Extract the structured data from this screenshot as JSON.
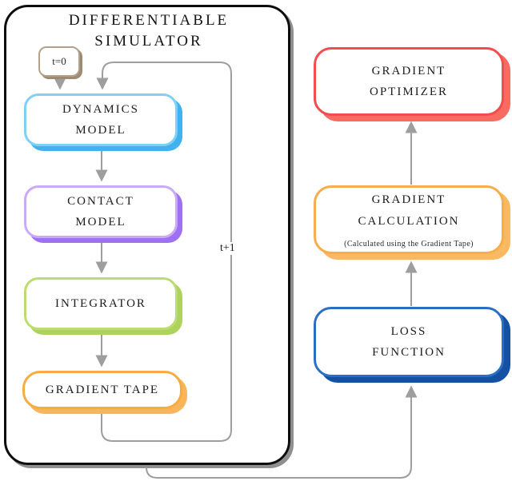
{
  "diagram": {
    "title": "DIFFERENTIABLE\nSIMULATOR",
    "colors": {
      "line": "#9e9e9e",
      "container_border": "#0d0d0d",
      "container_shadow": "#8f8f8f",
      "t0_border": "#b3a18a",
      "t0_shadow": "#9c8a72"
    },
    "labels": {
      "t0": "t=0",
      "t_plus_1": "t+1"
    },
    "nodes": {
      "dynamics": {
        "label": "DYNAMICS\nMODEL",
        "border": "#7fd0f7",
        "shadow": "#41b2f0"
      },
      "contact": {
        "label": "CONTACT\nMODEL",
        "border": "#c9aaf7",
        "shadow": "#9e70f2"
      },
      "integrator": {
        "label": "INTEGRATOR",
        "border": "#bcdc72",
        "shadow": "#aed35c"
      },
      "tape": {
        "label": "GRADIENT TAPE",
        "border": "#f7ab43",
        "shadow": "#f9b55c"
      },
      "optimizer": {
        "label": "GRADIENT\nOPTIMIZER",
        "border": "#f34c4c",
        "shadow": "#f76b62"
      },
      "calculation": {
        "label": "GRADIENT\nCALCULATION",
        "border": "#f8ad4a",
        "shadow": "#f9b862",
        "sublabel": "(Calculated using the Gradient Tape)"
      },
      "loss": {
        "label": "LOSS\nFUNCTION",
        "border": "#2b6fc4",
        "shadow": "#1450a4"
      }
    }
  }
}
